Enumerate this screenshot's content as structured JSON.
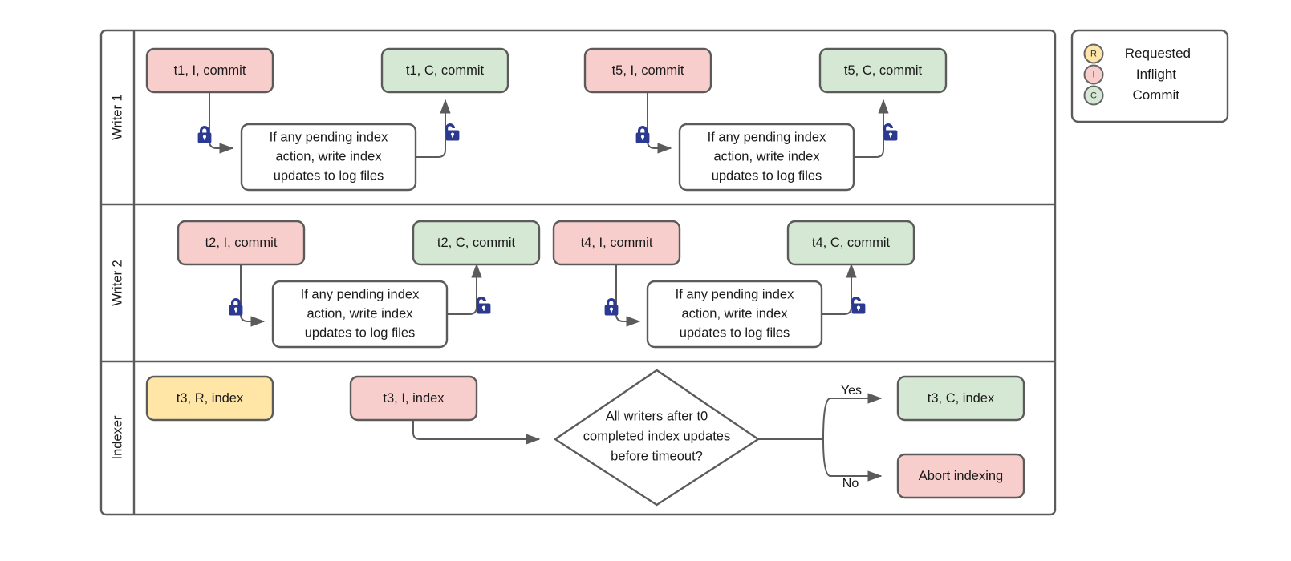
{
  "diagram": {
    "title": "Writer / Indexer transaction lane diagram",
    "colors": {
      "inflight_fill": "#f8cecc",
      "commit_fill": "#d5e8d4",
      "requested_fill": "#ffe6a6",
      "process_fill": "#ffffff",
      "shape_stroke": "#5b5b5b",
      "lock_color": "#2b3990",
      "text_color": "#1a1a1a",
      "canvas_background": "#ffffff"
    }
  },
  "pool": {
    "lanes": [
      {
        "label": "Writer 1"
      },
      {
        "label": "Writer 2"
      },
      {
        "label": "Indexer"
      }
    ]
  },
  "lane_writer1": {
    "nodes": [
      {
        "id": "w1-t1-inflight",
        "label": "t1, I, commit",
        "state": "Inflight"
      },
      {
        "id": "w1-t1-commit",
        "label": "t1, C, commit",
        "state": "Commit"
      },
      {
        "id": "w1-process-1",
        "label": "If any pending index action, write index updates to log files",
        "state": "Process"
      },
      {
        "id": "w1-t5-inflight",
        "label": "t5, I, commit",
        "state": "Inflight"
      },
      {
        "id": "w1-t5-commit",
        "label": "t5, C, commit",
        "state": "Commit"
      },
      {
        "id": "w1-process-2",
        "label": "If any pending index action, write index updates to log files",
        "state": "Process"
      }
    ],
    "process_lines": [
      "If any pending index",
      "action, write index",
      "updates to log files"
    ],
    "locks": [
      {
        "id": "w1-lock-1",
        "type": "locked"
      },
      {
        "id": "w1-unlock-1",
        "type": "unlocked"
      },
      {
        "id": "w1-lock-2",
        "type": "locked"
      },
      {
        "id": "w1-unlock-2",
        "type": "unlocked"
      }
    ]
  },
  "lane_writer2": {
    "nodes": [
      {
        "id": "w2-t2-inflight",
        "label": "t2, I, commit",
        "state": "Inflight"
      },
      {
        "id": "w2-t2-commit",
        "label": "t2, C, commit",
        "state": "Commit"
      },
      {
        "id": "w2-process-1",
        "label": "If any pending index action, write index updates to log files",
        "state": "Process"
      },
      {
        "id": "w2-t4-inflight",
        "label": "t4, I, commit",
        "state": "Inflight"
      },
      {
        "id": "w2-t4-commit",
        "label": "t4, C, commit",
        "state": "Commit"
      },
      {
        "id": "w2-process-2",
        "label": "If any pending index action, write index updates to log files",
        "state": "Process"
      }
    ],
    "process_lines": [
      "If any pending index",
      "action, write index",
      "updates to log files"
    ],
    "locks": [
      {
        "id": "w2-lock-1",
        "type": "locked"
      },
      {
        "id": "w2-unlock-1",
        "type": "unlocked"
      },
      {
        "id": "w2-lock-2",
        "type": "locked"
      },
      {
        "id": "w2-unlock-2",
        "type": "unlocked"
      }
    ]
  },
  "lane_indexer": {
    "nodes": [
      {
        "id": "ix-t3-requested",
        "label": "t3, R, index",
        "state": "Requested"
      },
      {
        "id": "ix-t3-inflight",
        "label": "t3, I, index",
        "state": "Inflight"
      },
      {
        "id": "ix-t3-commit",
        "label": "t3, C, index",
        "state": "Commit"
      },
      {
        "id": "ix-abort",
        "label": "Abort indexing",
        "state": "Inflight"
      }
    ],
    "decision": {
      "id": "ix-decision",
      "label": "All writers after t0 completed index updates before timeout?",
      "lines": [
        "All writers after t0",
        "completed index updates",
        "before timeout?"
      ]
    },
    "branch_labels": {
      "yes": "Yes",
      "no": "No"
    }
  },
  "legend": {
    "items": [
      {
        "badge": "R",
        "label": "Requested",
        "color": "#ffe6a6"
      },
      {
        "badge": "I",
        "label": "Inflight",
        "color": "#f8cecc"
      },
      {
        "badge": "C",
        "label": "Commit",
        "color": "#d5e8d4"
      }
    ]
  }
}
